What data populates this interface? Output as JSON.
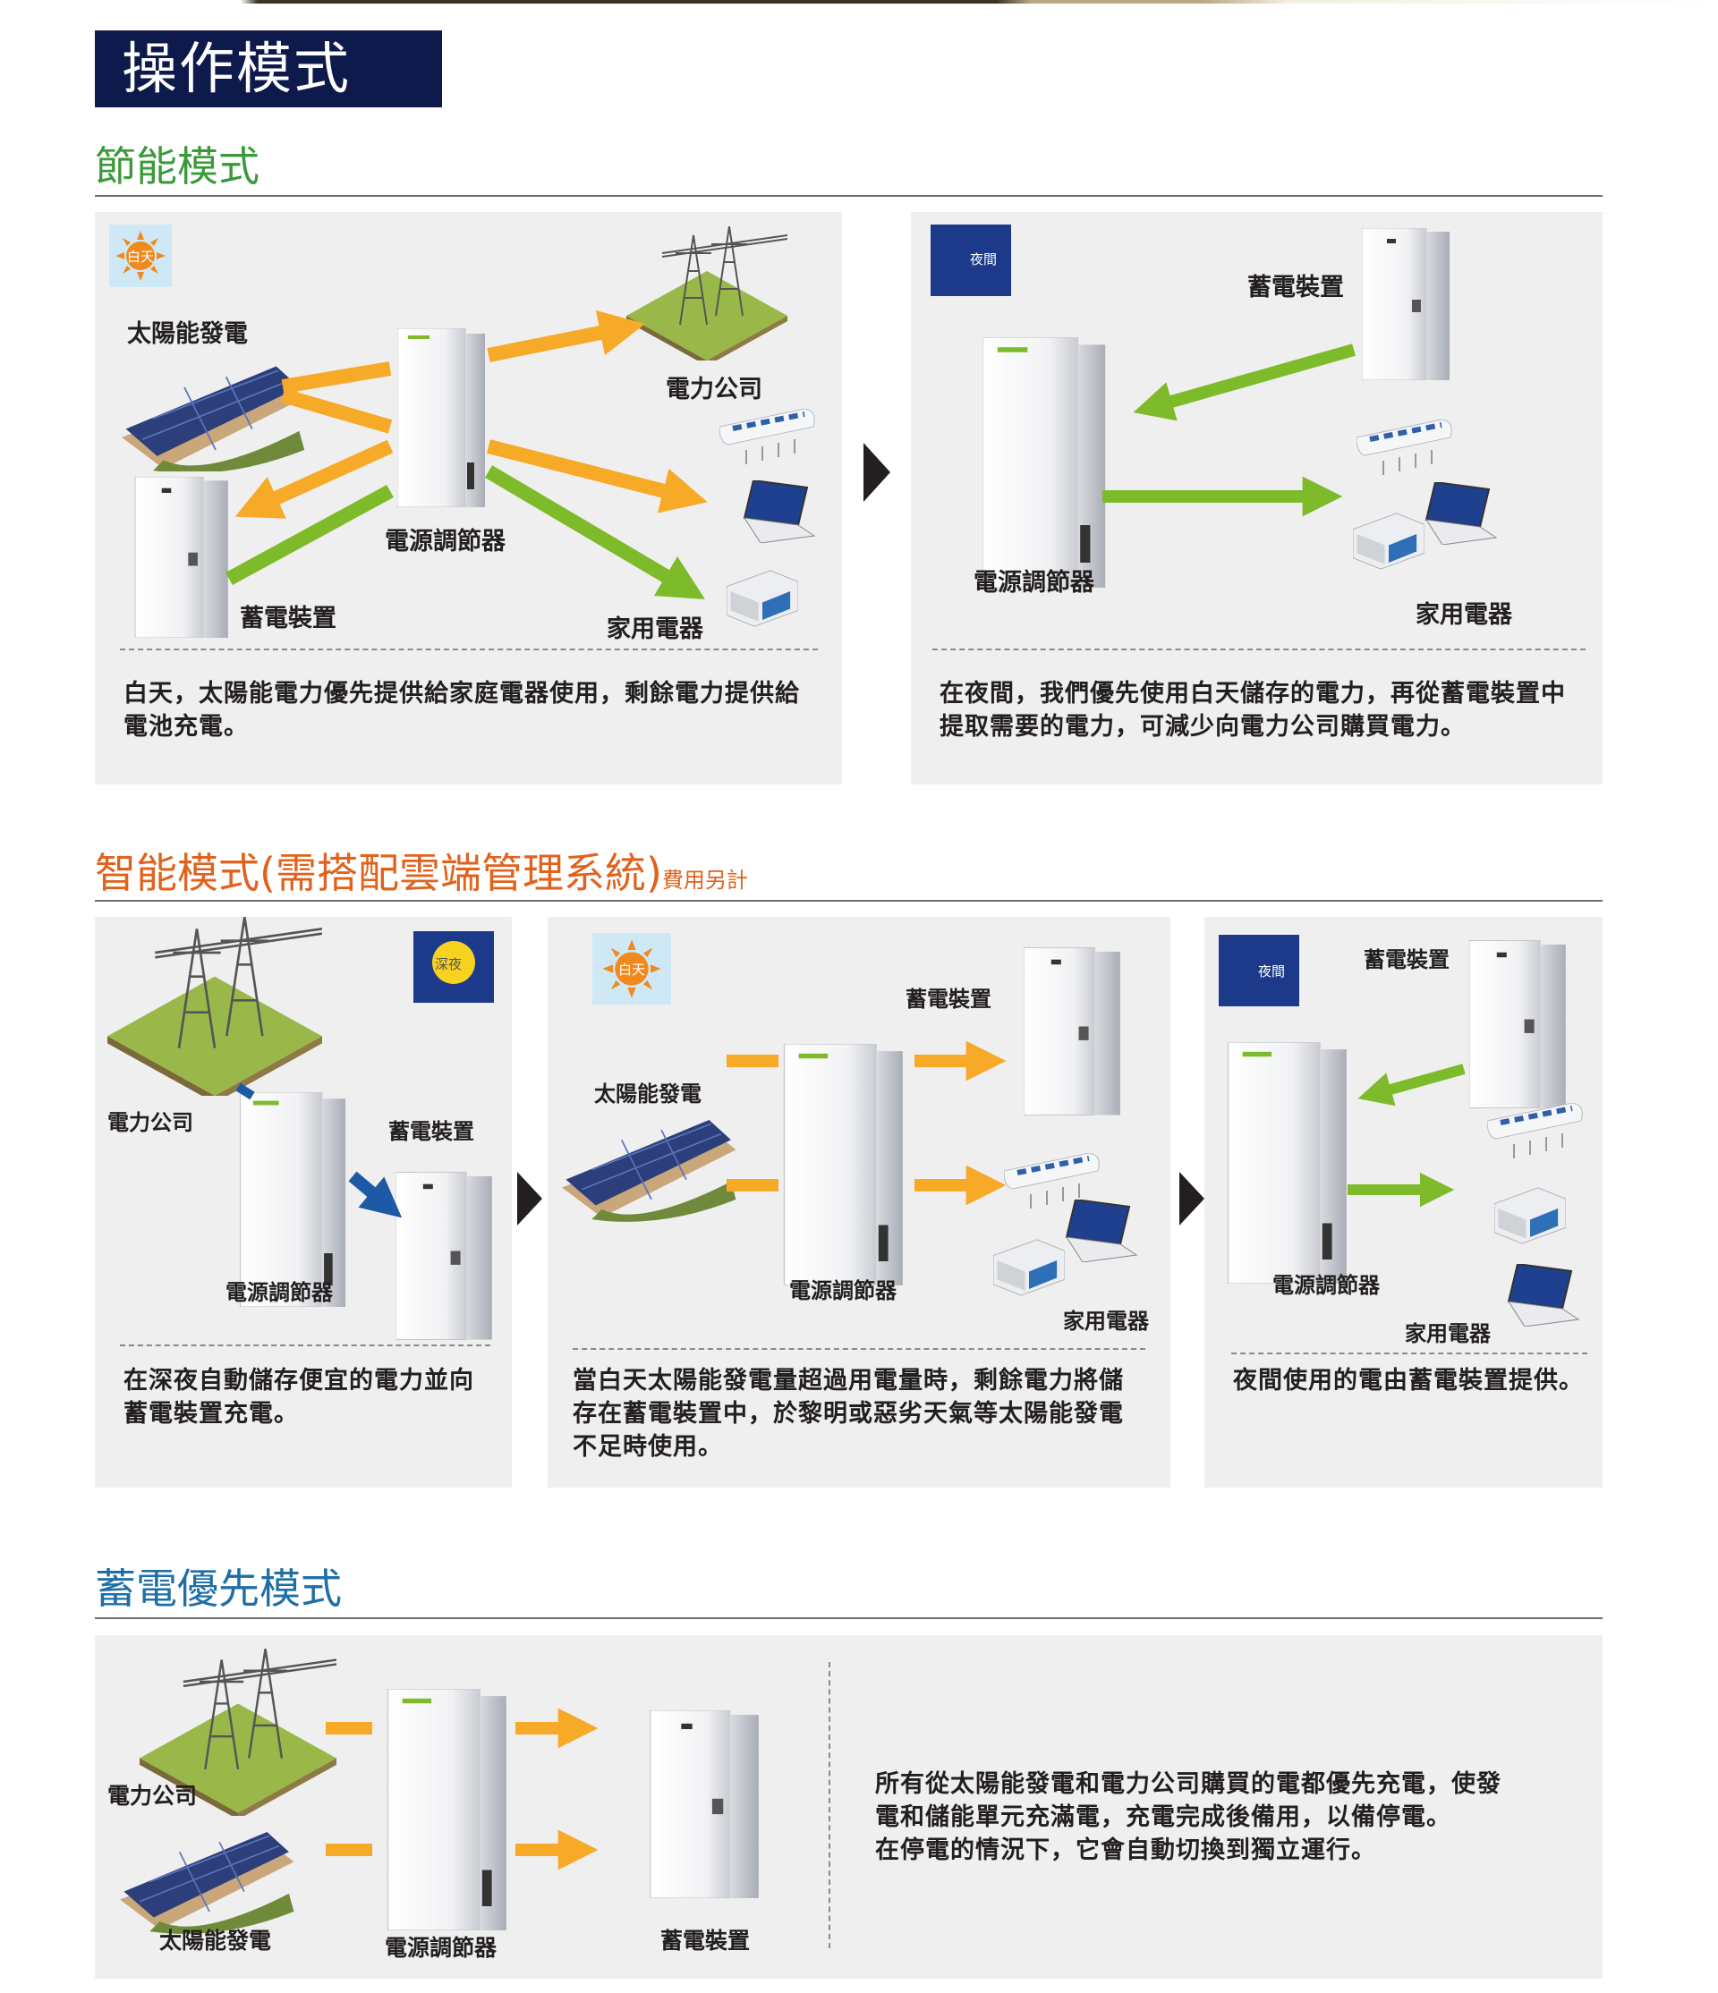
{
  "page_title": "操作模式",
  "colors": {
    "navy": "#0e1a4b",
    "green_title": "#3a9a3a",
    "orange_title": "#e0621c",
    "blue_title": "#1d6fa5",
    "orange_arrow": "#f7a928",
    "green_arrow": "#7dbb2a",
    "blue_arrow": "#1d5aa5"
  },
  "sections": [
    {
      "title": "節能模式",
      "panels": [
        {
          "badge": "白天",
          "labels": {
            "solar": "太陽能發電",
            "grid": "電力公司",
            "controller": "電源調節器",
            "battery": "蓄電裝置",
            "appliances": "家用電器"
          },
          "description_lines": [
            "白天，太陽能電力優先提供給家庭電器使用，剩餘電力提供給",
            "電池充電。"
          ]
        },
        {
          "badge": "夜間",
          "labels": {
            "battery": "蓄電裝置",
            "controller": "電源調節器",
            "appliances": "家用電器"
          },
          "description_lines": [
            "在夜間，我們優先使用白天儲存的電力，再從蓄電裝置中",
            "提取需要的電力，可減少向電力公司購買電力。"
          ]
        }
      ]
    },
    {
      "title": "智能模式(需搭配雲端管理系統)",
      "title_note": "費用另計",
      "panels": [
        {
          "badge": "深夜",
          "labels": {
            "grid": "電力公司",
            "battery": "蓄電裝置",
            "controller": "電源調節器"
          },
          "description_lines": [
            "在深夜自動儲存便宜的電力並向",
            "蓄電裝置充電。"
          ]
        },
        {
          "badge": "白天",
          "labels": {
            "battery": "蓄電裝置",
            "solar": "太陽能發電",
            "controller": "電源調節器",
            "appliances": "家用電器"
          },
          "description_lines": [
            "當白天太陽能發電量超過用電量時，剩餘電力將儲",
            "存在蓄電裝置中，於黎明或惡劣天氣等太陽能發電",
            "不足時使用。"
          ]
        },
        {
          "badge": "夜間",
          "labels": {
            "battery": "蓄電裝置",
            "controller": "電源調節器",
            "appliances": "家用電器"
          },
          "description_lines": [
            "夜間使用的電由蓄電裝置提供。"
          ]
        }
      ]
    },
    {
      "title": "蓄電優先模式",
      "panels": [
        {
          "labels": {
            "grid": "電力公司",
            "solar": "太陽能發電",
            "controller": "電源調節器",
            "battery": "蓄電裝置"
          },
          "description_lines": [
            "所有從太陽能發電和電力公司購買的電都優先充電，使發",
            "電和儲能單元充滿電，充電完成後備用，以備停電。",
            "在停電的情況下，它會自動切換到獨立運行。"
          ]
        }
      ]
    }
  ]
}
